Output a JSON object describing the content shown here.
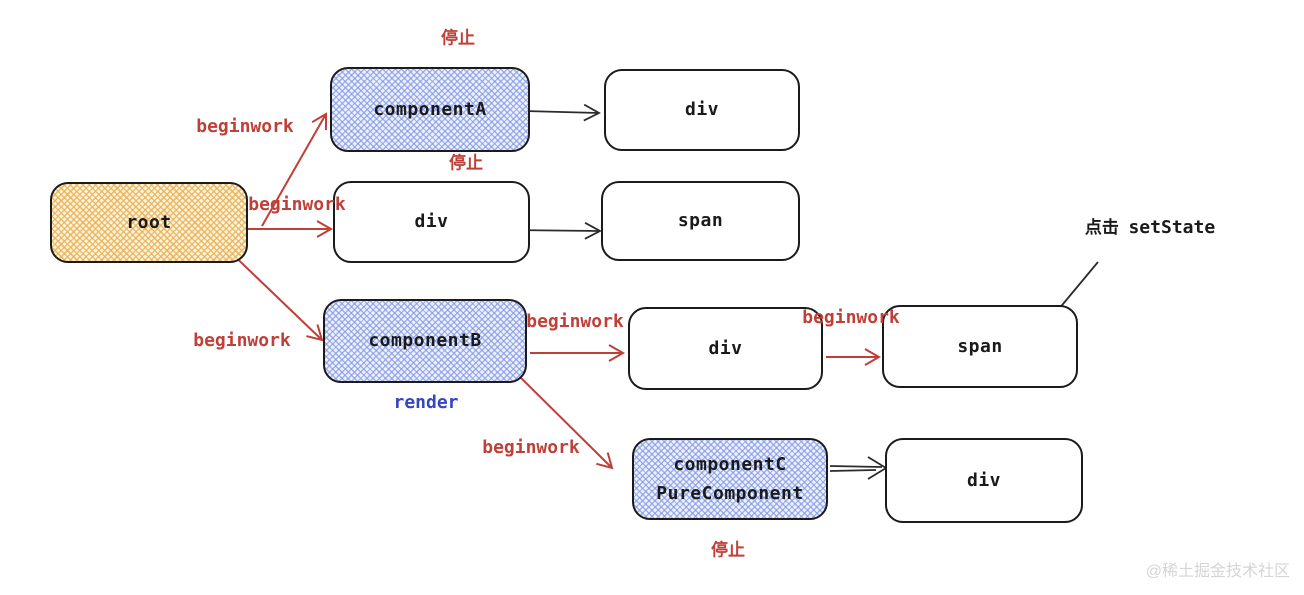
{
  "diagram": {
    "nodes": {
      "root": {
        "label": "root",
        "fill": "yellow-crosshatch"
      },
      "componentA": {
        "label": "componentA",
        "fill": "blue-crosshatch"
      },
      "divA": {
        "label": "div",
        "fill": "white"
      },
      "divRoot": {
        "label": "div",
        "fill": "white"
      },
      "spanRoot": {
        "label": "span",
        "fill": "white"
      },
      "componentB": {
        "label": "componentB",
        "fill": "blue-crosshatch"
      },
      "divB": {
        "label": "div",
        "fill": "white"
      },
      "spanB": {
        "label": "span",
        "fill": "white"
      },
      "componentC": {
        "label": "componentC",
        "label2": "PureComponent",
        "fill": "blue-crosshatch"
      },
      "divC": {
        "label": "div",
        "fill": "white"
      }
    },
    "annotations": {
      "stop_top": "停止",
      "stop_mid": "停止",
      "stop_bottom": "停止",
      "beginwork_root_to_componentA": "beginwork",
      "beginwork_root_to_div": "beginwork",
      "beginwork_root_to_componentB": "beginwork",
      "beginwork_componentB_to_div": "beginwork",
      "beginwork_div_to_span": "beginwork",
      "beginwork_componentB_to_componentC": "beginwork",
      "render_label": "render",
      "click_setstate_prefix": "点击",
      "click_setstate_code": "setState"
    },
    "watermark": "@稀土掘金技术社区",
    "colors": {
      "red_accent": "#bf4038",
      "blue_text": "#3646c3",
      "blue_hatch": "#7e96e7",
      "yellow_hatch": "#e9b154",
      "box_border": "#1b1b1b",
      "black_arrow": "#2b2b2b",
      "watermark_gray": "#d5d5d5",
      "background": "#ffffff"
    }
  }
}
